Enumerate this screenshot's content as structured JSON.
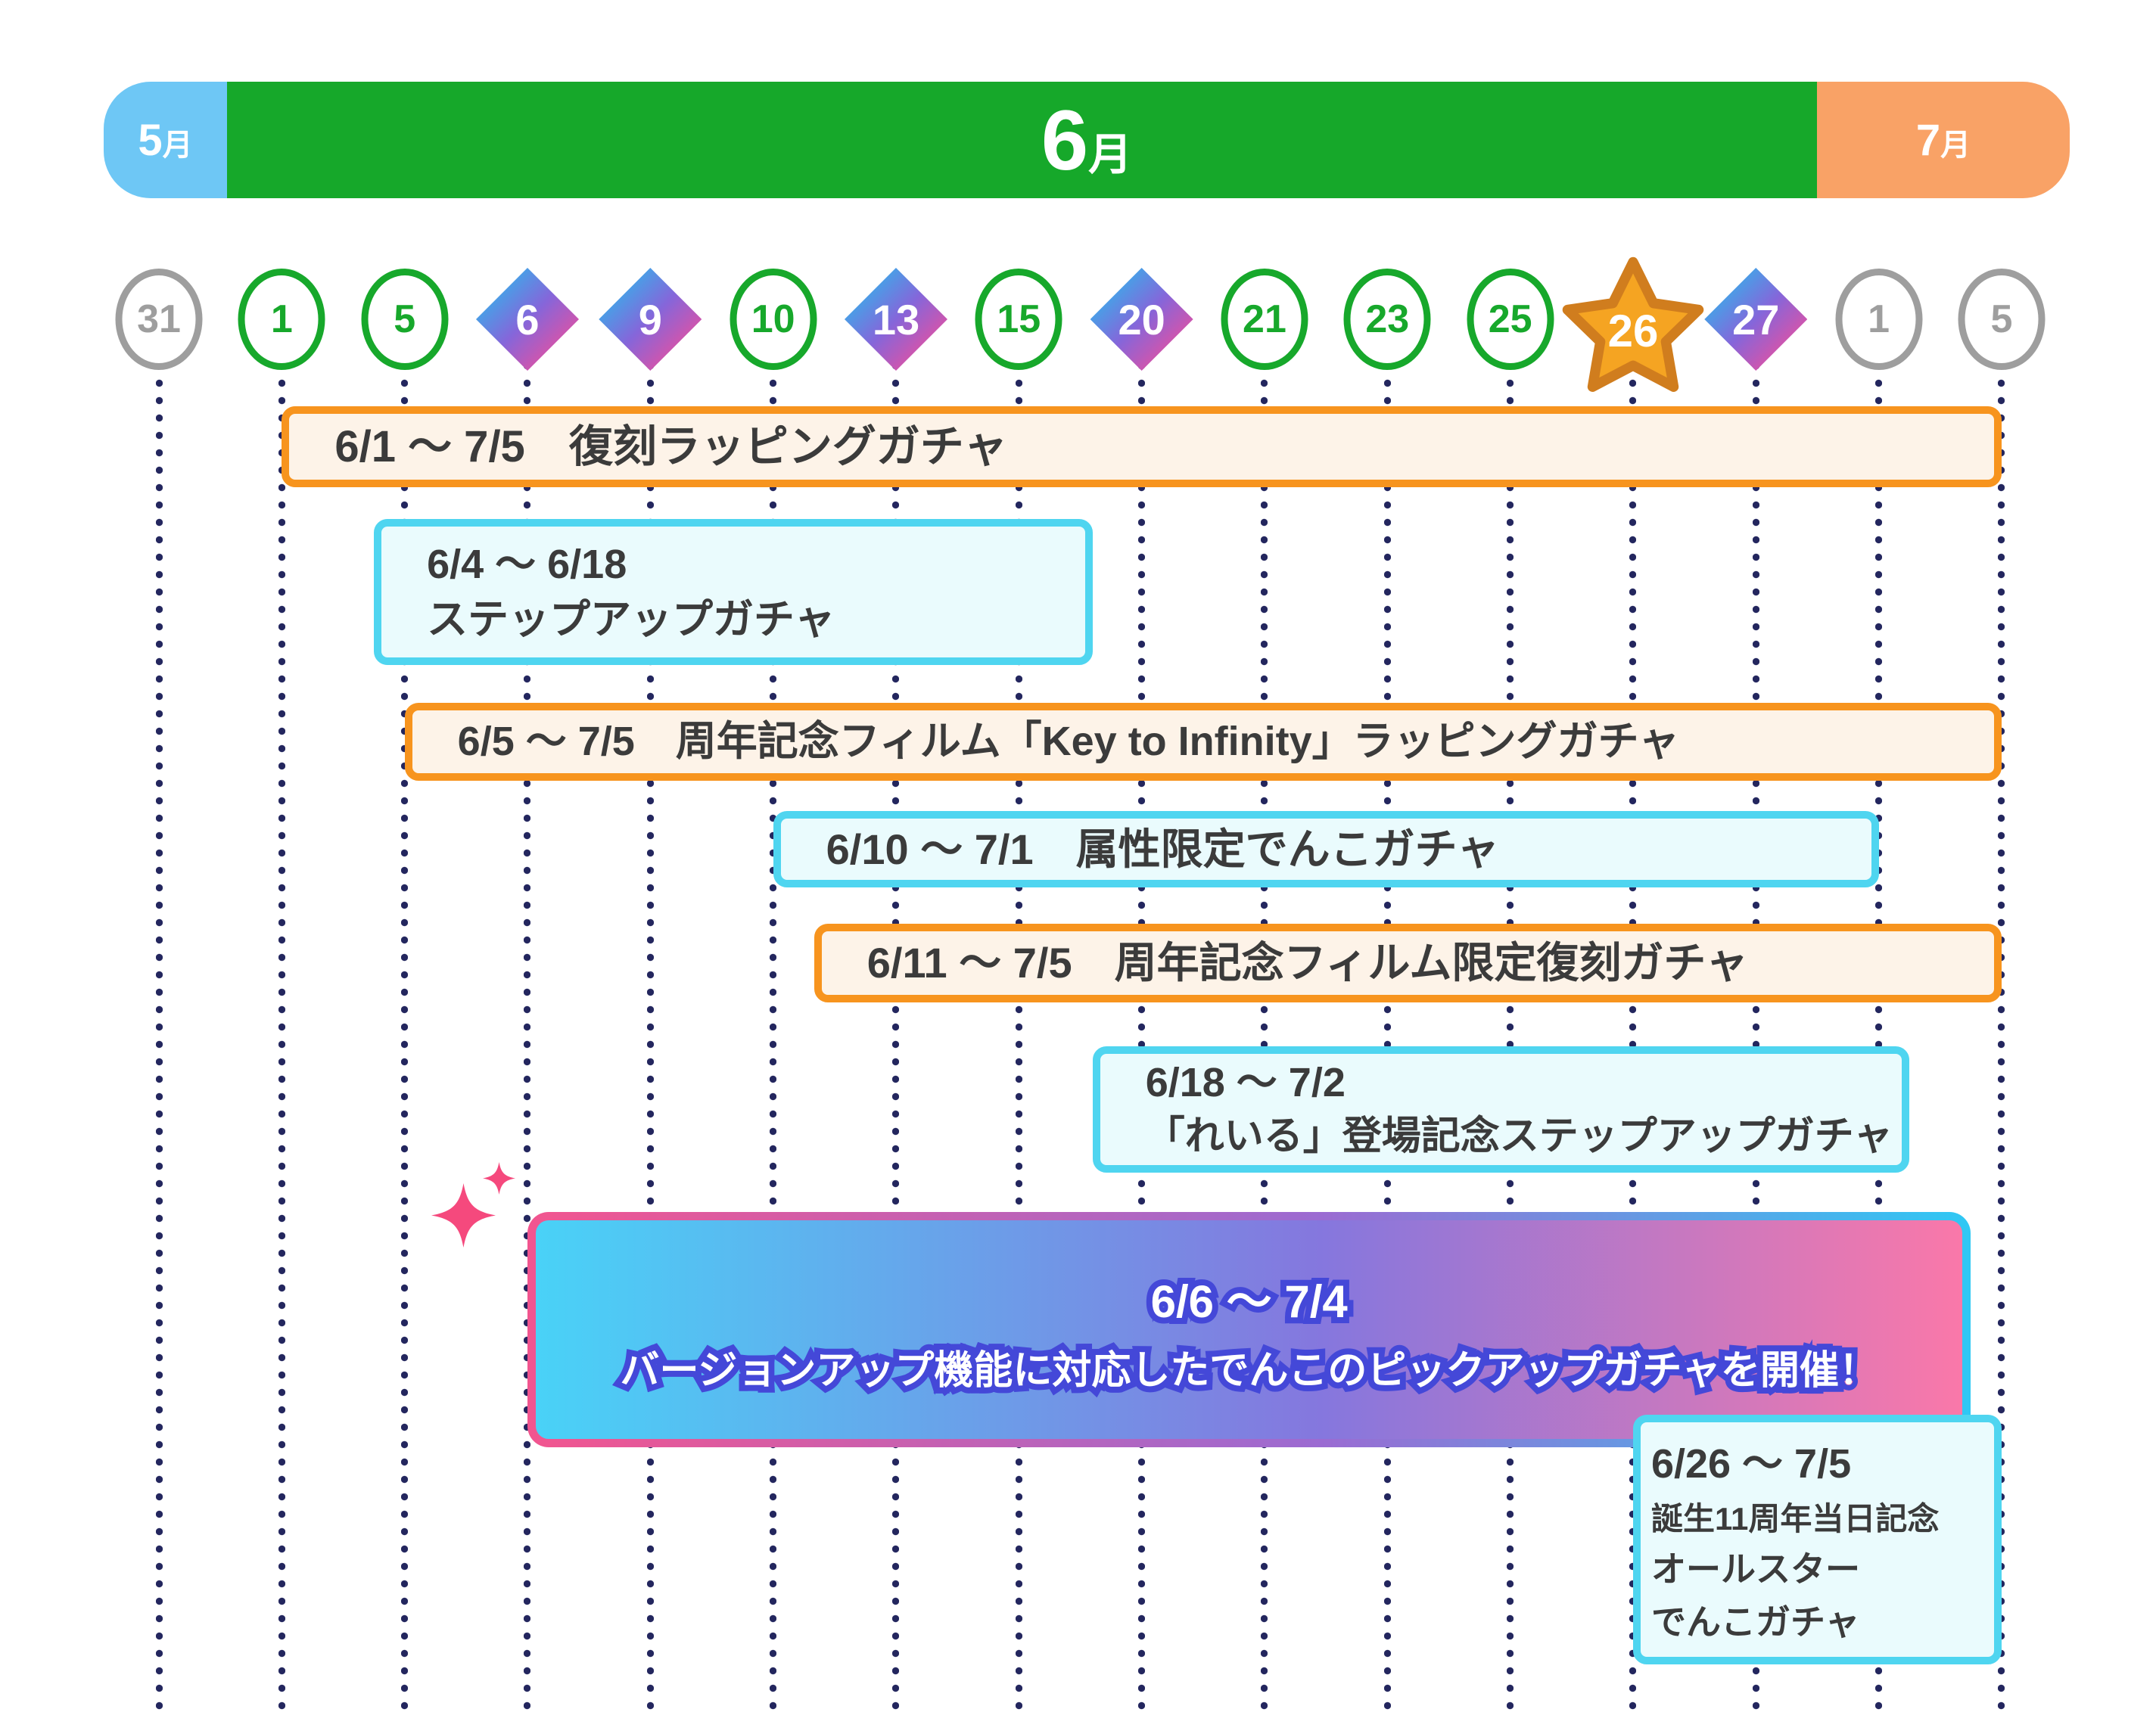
{
  "months": [
    {
      "num": "5",
      "suffix": "月",
      "color": "#6EC7F5"
    },
    {
      "num": "6",
      "suffix": "月",
      "color": "#16A82A"
    },
    {
      "num": "7",
      "suffix": "月",
      "color": "#F9A266"
    }
  ],
  "chart_data": {
    "type": "gantt",
    "title": "",
    "months": [
      "5月",
      "6月",
      "7月"
    ],
    "ticks": [
      {
        "label": "31",
        "shape": "gray-circle",
        "month": "5月"
      },
      {
        "label": "1",
        "shape": "green-circle",
        "month": "6月"
      },
      {
        "label": "5",
        "shape": "green-circle",
        "month": "6月"
      },
      {
        "label": "6",
        "shape": "gradient-diamond",
        "month": "6月"
      },
      {
        "label": "9",
        "shape": "gradient-diamond",
        "month": "6月"
      },
      {
        "label": "10",
        "shape": "green-circle",
        "month": "6月"
      },
      {
        "label": "13",
        "shape": "gradient-diamond",
        "month": "6月"
      },
      {
        "label": "15",
        "shape": "green-circle",
        "month": "6月"
      },
      {
        "label": "20",
        "shape": "gradient-diamond",
        "month": "6月"
      },
      {
        "label": "21",
        "shape": "green-circle",
        "month": "6月"
      },
      {
        "label": "23",
        "shape": "green-circle",
        "month": "6月"
      },
      {
        "label": "25",
        "shape": "green-circle",
        "month": "6月"
      },
      {
        "label": "26",
        "shape": "orange-star",
        "month": "6月"
      },
      {
        "label": "27",
        "shape": "gradient-diamond",
        "month": "6月"
      },
      {
        "label": "1",
        "shape": "gray-circle",
        "month": "7月"
      },
      {
        "label": "5",
        "shape": "gray-circle",
        "month": "7月"
      }
    ],
    "events": [
      {
        "start": "6/1",
        "end": "7/5",
        "style": "orange",
        "title": "復刻ラッピングガチャ",
        "lines": [
          "6/1 ～ 7/5　復刻ラッピングガチャ"
        ]
      },
      {
        "start": "6/4",
        "end": "6/18",
        "style": "cyan",
        "title": "ステップアップガチャ",
        "lines": [
          "6/4 ～ 6/18",
          "ステップアップガチャ"
        ]
      },
      {
        "start": "6/5",
        "end": "7/5",
        "style": "orange",
        "title": "周年記念フィルム「Key to Infinity」ラッピングガチャ",
        "lines": [
          "6/5 ～ 7/5　周年記念フィルム「Key to Infinity」ラッピングガチャ"
        ]
      },
      {
        "start": "6/10",
        "end": "7/1",
        "style": "cyan",
        "title": "属性限定でんこガチャ",
        "lines": [
          "6/10 ～ 7/1　属性限定でんこガチャ"
        ]
      },
      {
        "start": "6/11",
        "end": "7/5",
        "style": "orange",
        "title": "周年記念フィルム限定復刻ガチャ",
        "lines": [
          "6/11 ～ 7/5　周年記念フィルム限定復刻ガチャ"
        ]
      },
      {
        "start": "6/18",
        "end": "7/2",
        "style": "cyan",
        "title": "「れいる」登場記念ステップアップガチャ",
        "lines": [
          "6/18 ～ 7/2",
          "「れいる」登場記念ステップアップガチャ"
        ]
      },
      {
        "start": "6/6",
        "end": "7/4",
        "style": "gradient",
        "title": "バージョンアップ機能に対応したでんこのピックアップガチャを開催！",
        "lines": [
          "6/6 ～ 7/4",
          "バージョンアップ機能に対応したでんこのピックアップガチャを開催！"
        ]
      },
      {
        "start": "6/26",
        "end": "7/5",
        "style": "cyan",
        "title": "誕生11周年当日記念オールスターでんこガチャ",
        "lines": [
          "6/26 ～ 7/5",
          "誕生11周年当日記念",
          "オールスター",
          "でんこガチャ"
        ]
      }
    ]
  },
  "theme": {
    "month_blue": "#6EC7F5",
    "month_green": "#16A82A",
    "month_orange": "#F9A266",
    "orange_border": "#F7941E",
    "orange_fill": "#FDF3E8",
    "cyan_border": "#4FD5F0",
    "cyan_fill": "#EAFBFD",
    "green_marker": "#17A82B",
    "gray_marker": "#9E9E9E",
    "diamond_gradient": [
      "#2FB7EC",
      "#8566DA",
      "#EF4E9B"
    ],
    "star_fill": "#F5A422",
    "star_stroke": "#D07D1E",
    "dot_color": "#23265E",
    "bar_text": "#3B3B3B",
    "pickup_fill_gradient": [
      "#49D2F7",
      "#8577DE",
      "#FA78A9"
    ],
    "pickup_border_gradient": [
      "#F2558F",
      "#9B6BD2",
      "#2FC8F4"
    ],
    "pickup_text_stroke": "#4448D8",
    "sparkle_pink": "#F5497D"
  }
}
